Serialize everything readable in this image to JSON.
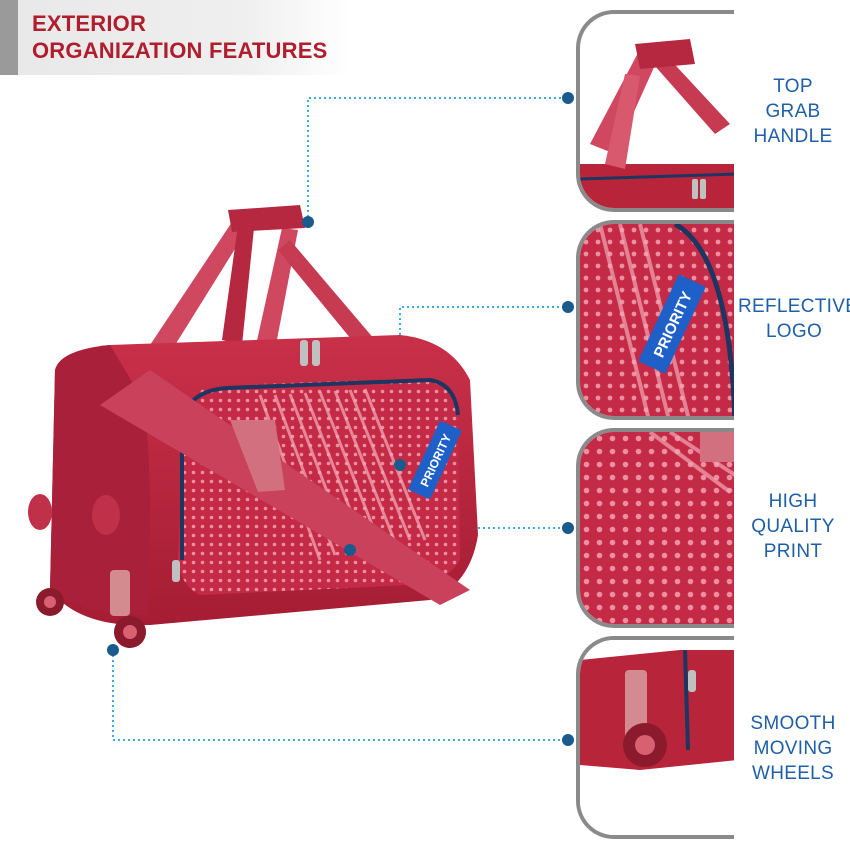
{
  "header": {
    "line1": "EXTERIOR",
    "line2": "ORGANIZATION FEATURES"
  },
  "bag": {
    "brand": "PRIORITY"
  },
  "features": [
    {
      "id": "handle",
      "line1": "TOP",
      "line2": "GRAB",
      "line3": "HANDLE"
    },
    {
      "id": "logo",
      "line1": "REFLECTIVE",
      "line2": "LOGO",
      "line3": ""
    },
    {
      "id": "print",
      "line1": "HIGH",
      "line2": "QUALITY",
      "line3": "PRINT"
    },
    {
      "id": "wheels",
      "line1": "SMOOTH",
      "line2": "MOVING",
      "line3": "WHEELS"
    }
  ],
  "colors": {
    "title": "#b01e2e",
    "label": "#1f5fa8",
    "connector": "#3aaee0",
    "dot": "#1a5a8c",
    "bag": "#b8243a",
    "panel_border": "#8a8a8a"
  }
}
